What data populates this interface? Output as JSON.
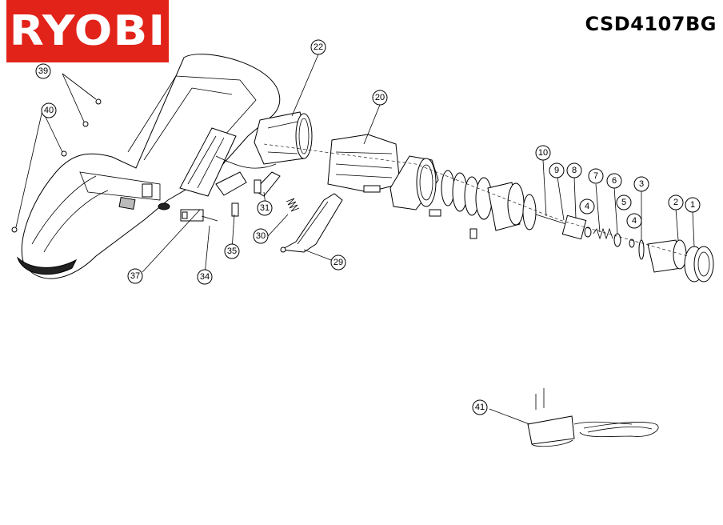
{
  "brand": {
    "logo_text": "RYOBI",
    "color": "#e2231a"
  },
  "model": "CSD4107BG",
  "callouts": [
    "1",
    "2",
    "3",
    "4",
    "4",
    "5",
    "6",
    "7",
    "8",
    "9",
    "10",
    "20",
    "22",
    "29",
    "30",
    "31",
    "34",
    "35",
    "37",
    "39",
    "40",
    "41"
  ]
}
